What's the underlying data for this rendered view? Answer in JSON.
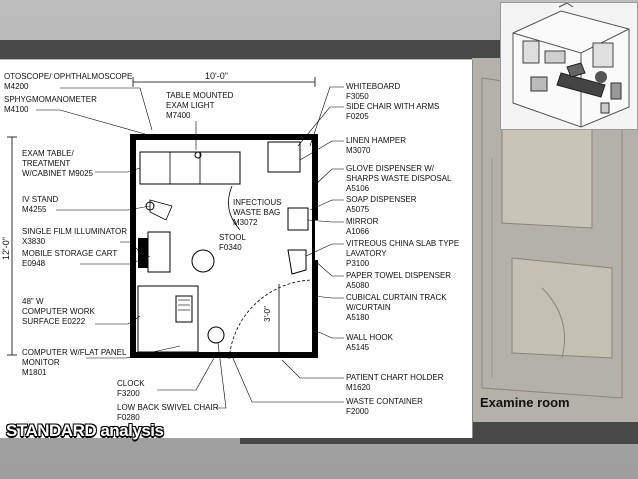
{
  "slide": {
    "title": "STANDARD analysis",
    "caption": "Examine room"
  },
  "plan": {
    "dimension_top": "10'-0\"",
    "dimension_left": "12'-0\"",
    "dimension_door": "3'-0\"",
    "left_labels": [
      [
        "OTOSCOPE/ OPHTHALMOSCOPE",
        "M4200"
      ],
      [
        "SPHYGMOMANOMETER",
        "M4100"
      ],
      [
        "EXAM TABLE/",
        "TREATMENT",
        "W/CABINET M9025"
      ],
      [
        "IV STAND",
        "M4255"
      ],
      [
        "SINGLE FILM ILLUMINATOR",
        "X3830"
      ],
      [
        "MOBILE STORAGE CART",
        "E0948"
      ],
      [
        "48\" W",
        "COMPUTER WORK",
        "SURFACE E0222"
      ],
      [
        "COMPUTER W/FLAT PANEL",
        "MONITOR",
        "M1801"
      ]
    ],
    "right_labels": [
      [
        "WHITEBOARD",
        "F3050"
      ],
      [
        "SIDE CHAIR WITH ARMS",
        "F0205"
      ],
      [
        "LINEN HAMPER",
        "M3070"
      ],
      [
        "GLOVE DISPENSER W/",
        "SHARPS WASTE DISPOSAL",
        "A5106"
      ],
      [
        "SOAP DISPENSER",
        "A5075"
      ],
      [
        "MIRROR",
        "A1066"
      ],
      [
        "VITREOUS CHINA SLAB TYPE",
        "LAVATORY",
        "P3100"
      ],
      [
        "PAPER TOWEL DISPENSER",
        "A5080"
      ],
      [
        "CUBICAL CURTAIN TRACK",
        "W/CURTAIN",
        "A5180"
      ],
      [
        "WALL HOOK",
        "A5145"
      ],
      [
        "PATIENT CHART HOLDER",
        "M1620"
      ],
      [
        "WASTE CONTAINER",
        "F2000"
      ]
    ],
    "top_label": [
      "TABLE MOUNTED",
      "EXAM LIGHT",
      "M7400"
    ],
    "inner_labels": {
      "infectious": [
        "INFECTIOUS",
        "WASTE BAG",
        "M3072"
      ],
      "stool": [
        "STOOL",
        "F0340"
      ]
    },
    "bottom_labels": [
      [
        "CLOCK",
        "F3200"
      ],
      [
        "LOW BACK SWIVEL CHAIR",
        "F0280"
      ]
    ]
  }
}
